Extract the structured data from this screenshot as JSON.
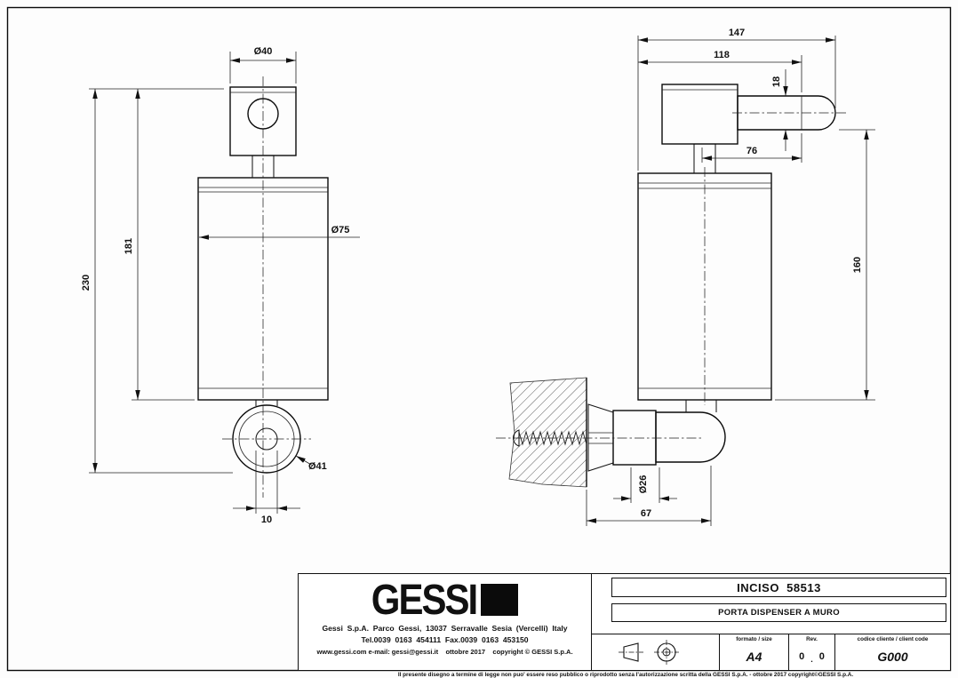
{
  "drawing": {
    "front_view": {
      "dia_knob": "Ø40",
      "dia_body": "Ø75",
      "height_body": "181",
      "height_total": "230",
      "dia_rosette": "Ø41",
      "stem_width": "10"
    },
    "side_view": {
      "depth_total": "147",
      "depth_inner": "118",
      "spout_height": "18",
      "spout_length": "76",
      "height_body": "160",
      "dia_wall_mount": "Ø26",
      "mount_depth": "67"
    }
  },
  "title_block": {
    "logo_text": "GESSI",
    "address_line1": "Gessi  S.p.A.  Parco  Gessi,  13037  Serravalle  Sesia  (Vercelli)  Italy",
    "address_line2": "Tel.0039  0163  454111  Fax.0039  0163  453150",
    "address_line3": "www.gessi.com e-mail: gessi@gessi.it    ottobre 2017    copyright © GESSI S.p.A.",
    "product_code": "INCISO  58513",
    "product_description": "PORTA DISPENSER A MURO",
    "format_label": "formato / size",
    "format_value": "A4",
    "revision_label": "Rev.",
    "revision_value1": "0",
    "revision_separator": ".",
    "revision_value2": "0",
    "client_code_label": "codice cliente / client code",
    "client_code_value": "G000"
  },
  "footer_note": "Il presente disegno a termine di legge non puo' essere reso pubblico o riprodotto senza l'autorizzazione scritta della GESSI S.p.A.  -  ottobre 2017   copyright©GESSI S.p.A."
}
